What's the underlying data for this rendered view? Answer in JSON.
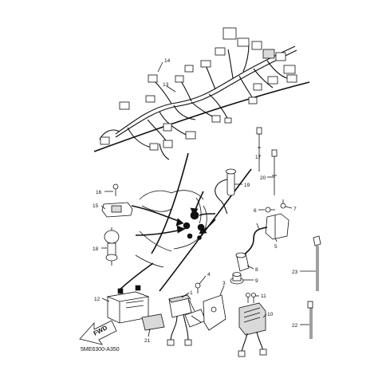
{
  "diagram": {
    "drawing_code": "5ME6300-A350",
    "direction_label": "FWD",
    "callouts": [
      {
        "id": "c1",
        "label": "1"
      },
      {
        "id": "c2",
        "label": "2"
      },
      {
        "id": "c3",
        "label": "3"
      },
      {
        "id": "c4",
        "label": "4"
      },
      {
        "id": "c5",
        "label": "5"
      },
      {
        "id": "c6",
        "label": "6"
      },
      {
        "id": "c7",
        "label": "7"
      },
      {
        "id": "c8",
        "label": "8"
      },
      {
        "id": "c9",
        "label": "9"
      },
      {
        "id": "c10",
        "label": "10"
      },
      {
        "id": "c11",
        "label": "11"
      },
      {
        "id": "c12",
        "label": "12"
      },
      {
        "id": "c13",
        "label": "13"
      },
      {
        "id": "c14",
        "label": "14"
      },
      {
        "id": "c15",
        "label": "15"
      },
      {
        "id": "c16",
        "label": "16"
      },
      {
        "id": "c17",
        "label": "17"
      },
      {
        "id": "c18",
        "label": "18"
      },
      {
        "id": "c19",
        "label": "19"
      },
      {
        "id": "c20",
        "label": "20"
      },
      {
        "id": "c21",
        "label": "21"
      },
      {
        "id": "c22",
        "label": "22"
      },
      {
        "id": "c23",
        "label": "23"
      }
    ]
  }
}
